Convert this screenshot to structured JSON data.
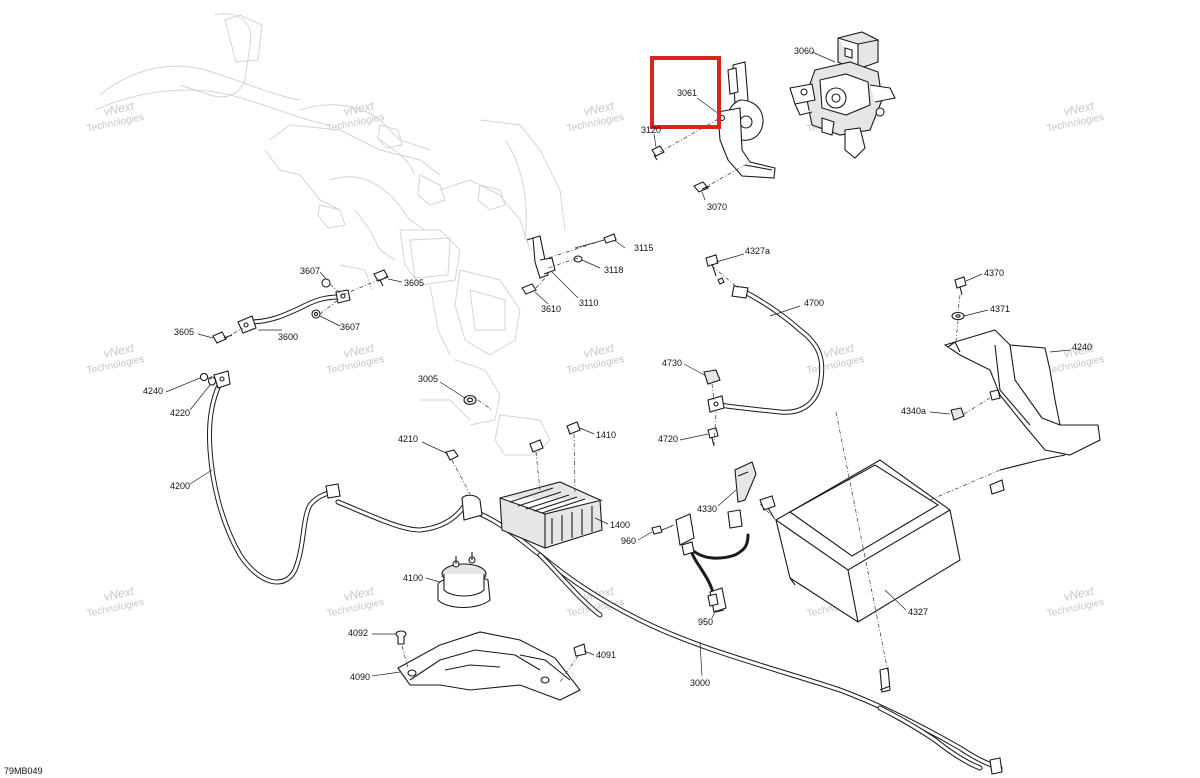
{
  "figure_code": "79MB049",
  "watermark": {
    "line1": "vNext",
    "line2": "Technologies"
  },
  "highlight": {
    "color": "#d9261c",
    "target": "3061"
  },
  "callouts": [
    {
      "id": "c3060",
      "label": "3060"
    },
    {
      "id": "c3061",
      "label": "3061"
    },
    {
      "id": "c3120",
      "label": "3120"
    },
    {
      "id": "c3070",
      "label": "3070"
    },
    {
      "id": "c3115",
      "label": "3115"
    },
    {
      "id": "c3118",
      "label": "3118"
    },
    {
      "id": "c3110",
      "label": "3110"
    },
    {
      "id": "c3610",
      "label": "3610"
    },
    {
      "id": "c3607a",
      "label": "3607"
    },
    {
      "id": "c3605a",
      "label": "3605"
    },
    {
      "id": "c3607b",
      "label": "3607"
    },
    {
      "id": "c3605b",
      "label": "3605"
    },
    {
      "id": "c3600",
      "label": "3600"
    },
    {
      "id": "c4327a",
      "label": "4327a"
    },
    {
      "id": "c4700",
      "label": "4700"
    },
    {
      "id": "c4370",
      "label": "4370"
    },
    {
      "id": "c4371",
      "label": "4371"
    },
    {
      "id": "c4240b",
      "label": "4240"
    },
    {
      "id": "c4340a",
      "label": "4340a"
    },
    {
      "id": "c4240",
      "label": "4240"
    },
    {
      "id": "c4220",
      "label": "4220"
    },
    {
      "id": "c3005",
      "label": "3005"
    },
    {
      "id": "c4730",
      "label": "4730"
    },
    {
      "id": "c4720",
      "label": "4720"
    },
    {
      "id": "c4210",
      "label": "4210"
    },
    {
      "id": "c1410",
      "label": "1410"
    },
    {
      "id": "c4200",
      "label": "4200"
    },
    {
      "id": "c1400",
      "label": "1400"
    },
    {
      "id": "c4330",
      "label": "4330"
    },
    {
      "id": "c960",
      "label": "960"
    },
    {
      "id": "c4100",
      "label": "4100"
    },
    {
      "id": "c950",
      "label": "950"
    },
    {
      "id": "c4327",
      "label": "4327"
    },
    {
      "id": "c4092",
      "label": "4092"
    },
    {
      "id": "c4091",
      "label": "4091"
    },
    {
      "id": "c4090",
      "label": "4090"
    },
    {
      "id": "c3000",
      "label": "3000"
    }
  ]
}
